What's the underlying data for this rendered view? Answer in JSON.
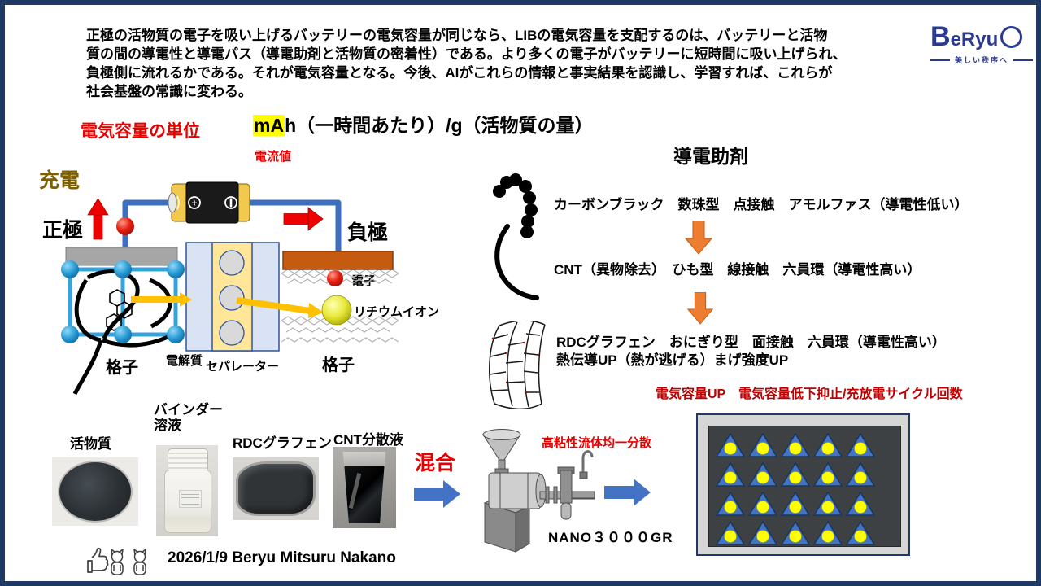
{
  "header": {
    "paragraph": "正極の活物質の電子を吸い上げるバッテリーの電気容量が同じなら、LIBの電気容量を支配するのは、バッテリーと活物\n質の間の導電性と導電パス（導電助剤と活物質の密着性）である。より多くの電子がバッテリーに短時間に吸い上げられ、\n負極側に流れるかである。それが電気容量となる。今後、AIがこれらの情報と事実結果を認識し、学習すれば、これらが\n社会基盤の常識に変わる。"
  },
  "logo": {
    "name_initial": "B",
    "name_rest": "eRyu",
    "tagline": "美しい秩序へ"
  },
  "capacity": {
    "title": "電気容量の単位",
    "unit_highlight": "mA",
    "unit_rest": "h（一時間あたり）/g（活物質の量）",
    "current_label": "電流値"
  },
  "charge_diagram": {
    "charge_label": "充電",
    "positive_label": "正極",
    "negative_label": "負極",
    "battery_label": "BATTERY",
    "battery_plus": "+",
    "lattice_left": "格子",
    "electrolyte_label": "電解質",
    "separator_label": "セパレーター",
    "lattice_right": "格子",
    "electron_label": "電子",
    "li_ion_label": "リチウムイオン"
  },
  "additives": {
    "title": "導電助剤",
    "line1": "カーボンブラック　数珠型　点接触　アモルファス（導電性低い）",
    "line2": "CNT（異物除去）　ひも型　線接触　六員環（導電性高い）",
    "line3": "RDCグラフェン　おにぎり型　面接触　六員環（導電性高い）",
    "line4": "熱伝導UP（熱が逃げる）まげ強度UP",
    "benefit": "電気容量UP　電気容量低下抑止/充放電サイクル回数"
  },
  "materials": {
    "active_label": "活物質",
    "binder_label": "バインダー\n溶液",
    "rdc_label": "RDCグラフェン",
    "cnt_label": "CNT分散液"
  },
  "mixing": {
    "label": "混合",
    "dispersion_note": "高粘性流体均一分散",
    "machine_name": "NANO３０００GR"
  },
  "panel": {
    "rows": 4,
    "cols": 5,
    "triangle_color": "#4573c4",
    "triangle_border": "#17375e",
    "dot_color": "#ffff00"
  },
  "footer": {
    "credit": "2026/1/9 Beryu Mitsuru Nakano"
  },
  "colors": {
    "border": "#1f3864",
    "red_accent": "#e60000",
    "crimson": "#c00000",
    "charge_olive": "#7f6000",
    "wire_blue": "#3e6fbe",
    "arrow_blue": "#4472c4",
    "arrow_orange": "#ed7d31",
    "arrow_yellow": "#ffc000",
    "highlight_yellow": "#ffff00",
    "logo_navy": "#2b3a8f"
  }
}
